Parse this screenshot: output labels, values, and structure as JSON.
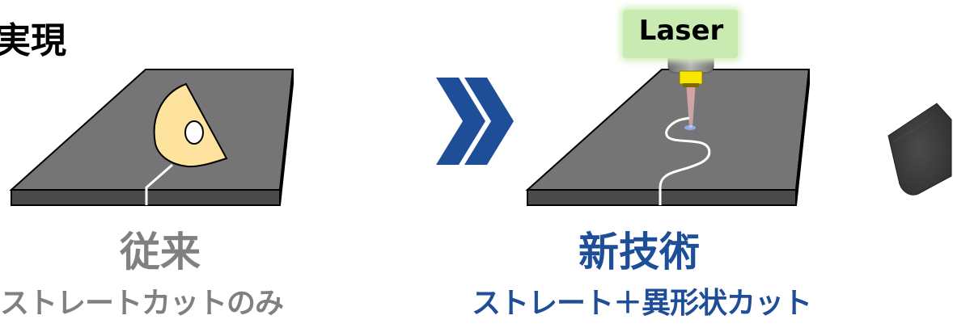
{
  "heading": "実現",
  "left_panel": {
    "label": "従来",
    "sublabel": "ストレートカットのみ"
  },
  "right_panel": {
    "label": "新技術",
    "sublabel": "ストレート＋異形状カット",
    "laser_label": "Laser"
  },
  "colors": {
    "plate_top": "#757575",
    "plate_side": "#4a4a4a",
    "blade": "#fde39e",
    "arrow": "#1f4e99",
    "label_gray": "#808080",
    "label_blue": "#1f4e99",
    "laser_lens": "#f7e800",
    "laser_body": "#8a8a8a",
    "laser_tag_bg": "#c9ebb2"
  },
  "icons": [
    "dicing-blade-icon",
    "double-chevron-arrow-icon",
    "laser-head-icon",
    "memory-card-icon"
  ]
}
